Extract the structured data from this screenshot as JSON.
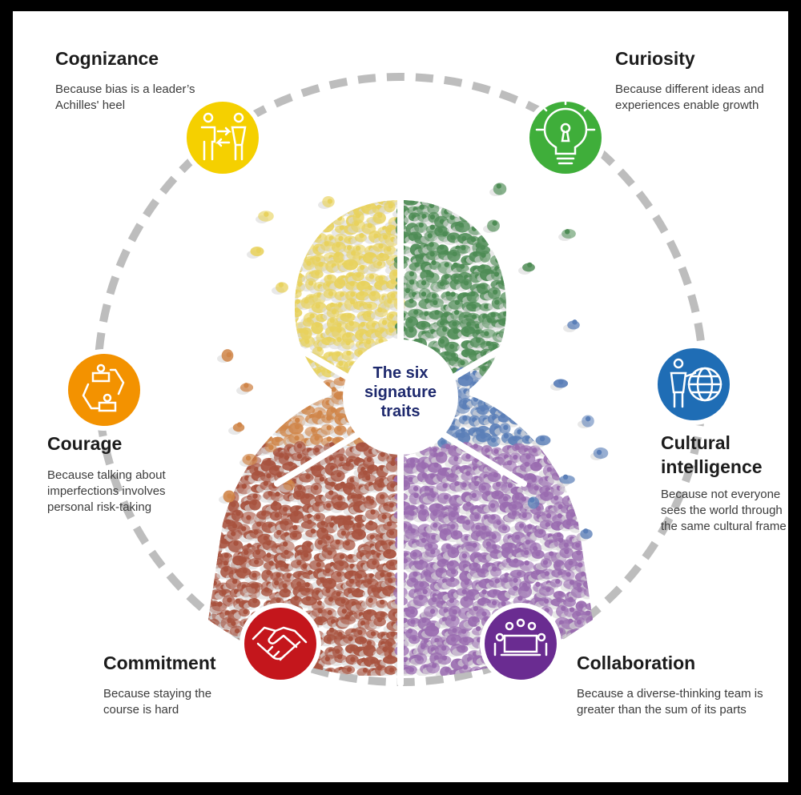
{
  "center": {
    "line1": "The six",
    "line2": "signature",
    "line3": "traits"
  },
  "traits": {
    "cognizance": {
      "title": "Cognizance",
      "desc1": "Because bias is a leader’s",
      "desc2": "Achilles' heel",
      "color": "#F5D000",
      "icon": "people-exchange-icon"
    },
    "curiosity": {
      "title": "Curiosity",
      "desc1": "Because different ideas and",
      "desc2": "experiences enable growth",
      "color": "#3FAE3A",
      "icon": "lightbulb-keyhole-icon"
    },
    "courage": {
      "title": "Courage",
      "desc1": "Because talking about",
      "desc2": "imperfections involves",
      "desc3": "personal risk-taking",
      "color": "#F39200",
      "icon": "people-cycle-icon"
    },
    "cultural_intelligence": {
      "title1": "Cultural",
      "title2": "intelligence",
      "desc1": "Because not everyone",
      "desc2": "sees the world through",
      "desc3": "the same cultural frame",
      "color": "#1F6DB5",
      "icon": "person-globe-icon"
    },
    "commitment": {
      "title": "Commitment",
      "desc1": "Because staying the",
      "desc2": "course is hard",
      "color": "#C4161C",
      "icon": "handshake-icon"
    },
    "collaboration": {
      "title": "Collaboration",
      "desc1": "Because a diverse-thinking team is",
      "desc2": "greater than the sum of its parts",
      "color": "#6A2C91",
      "icon": "team-meeting-icon"
    }
  },
  "crowd_colors": {
    "yellow": "#E8D25E",
    "green": "#4E8C55",
    "blue": "#5B7FB8",
    "purple": "#9A6CB0",
    "red": "#A8533F",
    "orange": "#D0864A"
  },
  "ring_color": "#BDBDBD"
}
